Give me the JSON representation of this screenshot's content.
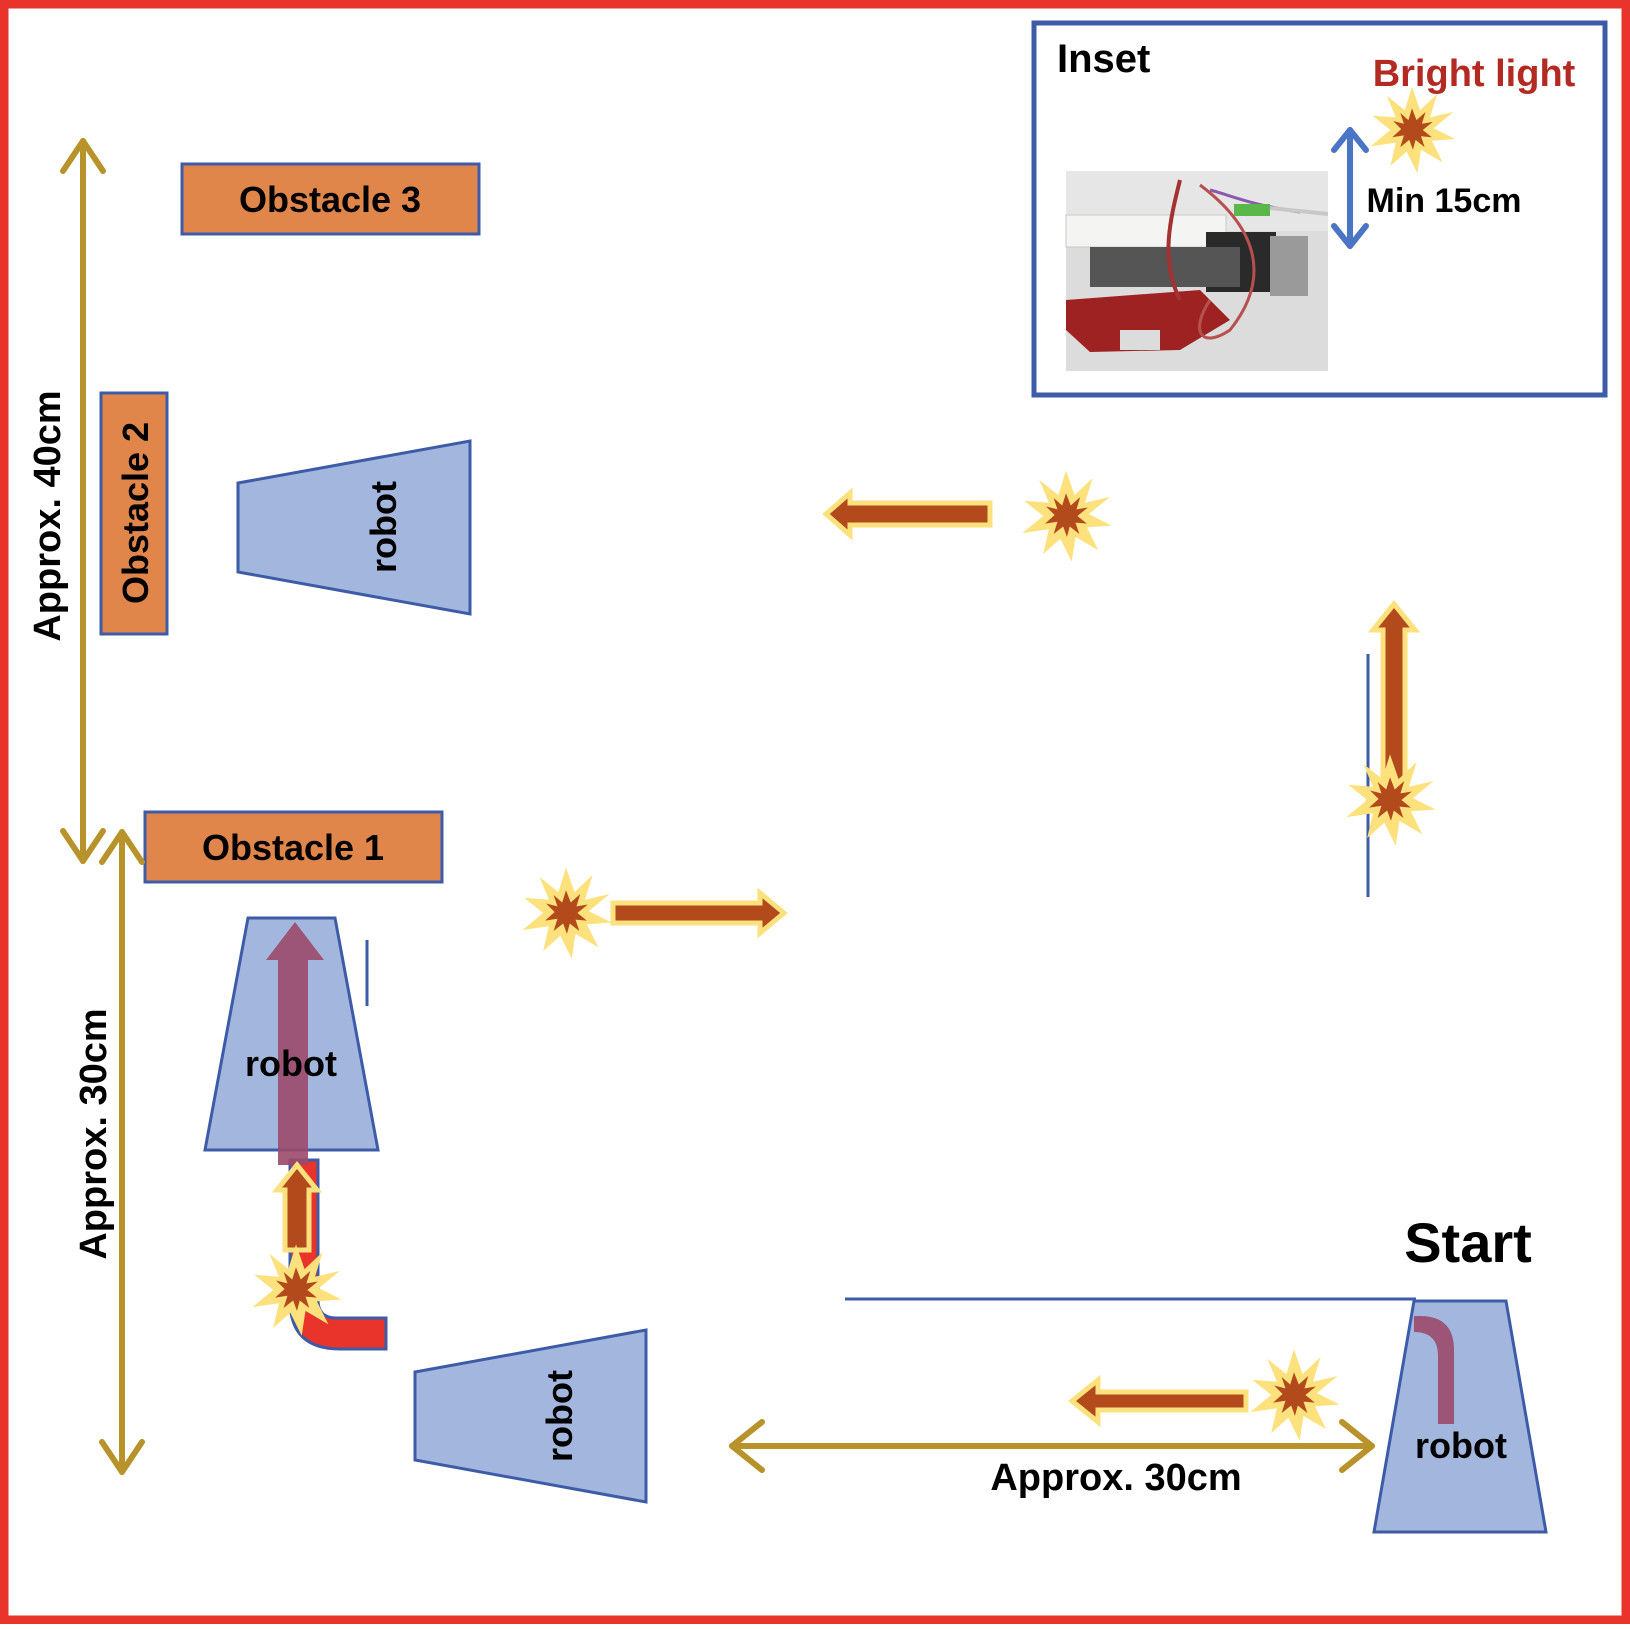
{
  "labels": {
    "start": "Start",
    "robot_start": "robot",
    "robot_bottom_left": "robot",
    "robot_mid_left": "robot",
    "robot_top_left": "robot",
    "obstacle_1": "Obstacle 1",
    "obstacle_2": "Obstacle 2",
    "obstacle_3": "Obstacle 3",
    "dim_bottom": "Approx. 30cm",
    "dim_left_lower": "Approx. 30cm",
    "dim_left_upper": "Approx. 40cm"
  },
  "inset": {
    "title": "Inset",
    "light_label": "Bright light",
    "distance_label": "Min 15cm"
  },
  "colors": {
    "frame": "#e8342a",
    "path_fill": "#e8342a",
    "path_stroke": "#3e5ba8",
    "robot_fill": "#a3b7de",
    "robot_stroke": "#3e5ba8",
    "obstacle_fill": "#e0864a",
    "obstacle_stroke": "#3e5ba8",
    "dimension": "#b8922a",
    "light_outer": "#fce17c",
    "light_inner": "#b24a1c",
    "inset_border": "#3e5ba8",
    "inset_light_text": "#b22a22"
  }
}
